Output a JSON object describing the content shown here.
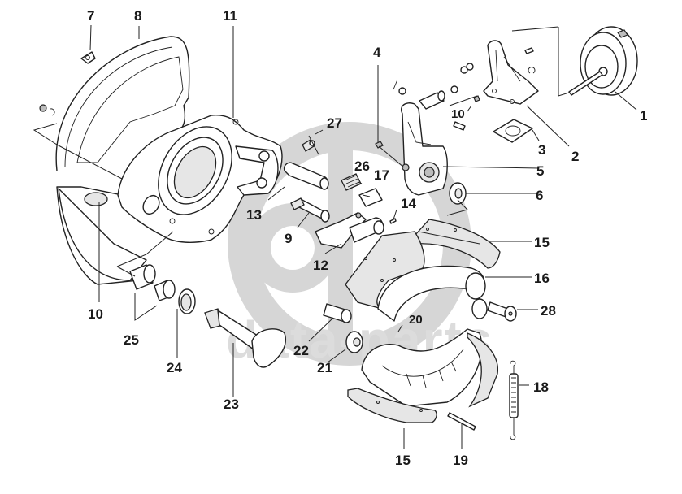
{
  "diagram": {
    "type": "exploded-parts-diagram",
    "subject": "drum brake assembly with brake chamber and slack adjuster",
    "watermark": {
      "logo": "dp",
      "text": "data-parts",
      "color": "#d6d6d6"
    },
    "callouts": [
      {
        "id": "c1",
        "label": "1",
        "part": "brake-chamber"
      },
      {
        "id": "c2",
        "label": "2",
        "part": "chamber-bracket"
      },
      {
        "id": "c3",
        "label": "3",
        "part": "bracket-gasket"
      },
      {
        "id": "c4",
        "label": "4",
        "part": "grease-nipple"
      },
      {
        "id": "c5",
        "label": "5",
        "part": "slack-adjuster"
      },
      {
        "id": "c6",
        "label": "6",
        "part": "washer"
      },
      {
        "id": "c7",
        "label": "7",
        "part": "clip"
      },
      {
        "id": "c8",
        "label": "8",
        "part": "dust-shield"
      },
      {
        "id": "c9",
        "label": "9",
        "part": "anchor-pin-with-nipple"
      },
      {
        "id": "c10a",
        "label": "10",
        "part": "grease-nipple-bracket"
      },
      {
        "id": "c10b",
        "label": "10",
        "part": "grease-nipple-spider"
      },
      {
        "id": "c11",
        "label": "11",
        "part": "brake-spider"
      },
      {
        "id": "c12",
        "label": "12",
        "part": "anchor-pin-retainer"
      },
      {
        "id": "c13",
        "label": "13",
        "part": "anchor-pin"
      },
      {
        "id": "c14",
        "label": "14",
        "part": "screw"
      },
      {
        "id": "c15a",
        "label": "15",
        "part": "brake-lining-upper"
      },
      {
        "id": "c15b",
        "label": "15",
        "part": "brake-lining-lower"
      },
      {
        "id": "c16",
        "label": "16",
        "part": "brake-shoe"
      },
      {
        "id": "c17",
        "label": "17",
        "part": "bushing"
      },
      {
        "id": "c18",
        "label": "18",
        "part": "return-spring"
      },
      {
        "id": "c19",
        "label": "19",
        "part": "roller-pin"
      },
      {
        "id": "c20",
        "label": "20",
        "part": "retaining-clip"
      },
      {
        "id": "c21",
        "label": "21",
        "part": "cam-roller"
      },
      {
        "id": "c22",
        "label": "22",
        "part": "shoe-pin"
      },
      {
        "id": "c23",
        "label": "23",
        "part": "s-camshaft"
      },
      {
        "id": "c24",
        "label": "24",
        "part": "seal"
      },
      {
        "id": "c25",
        "label": "25",
        "part": "camshaft-bushings"
      },
      {
        "id": "c26",
        "label": "26",
        "part": "bushing-sleeve"
      },
      {
        "id": "c27",
        "label": "27",
        "part": "grease-fitting"
      },
      {
        "id": "c28",
        "label": "28",
        "part": "roller-bushing"
      }
    ]
  }
}
